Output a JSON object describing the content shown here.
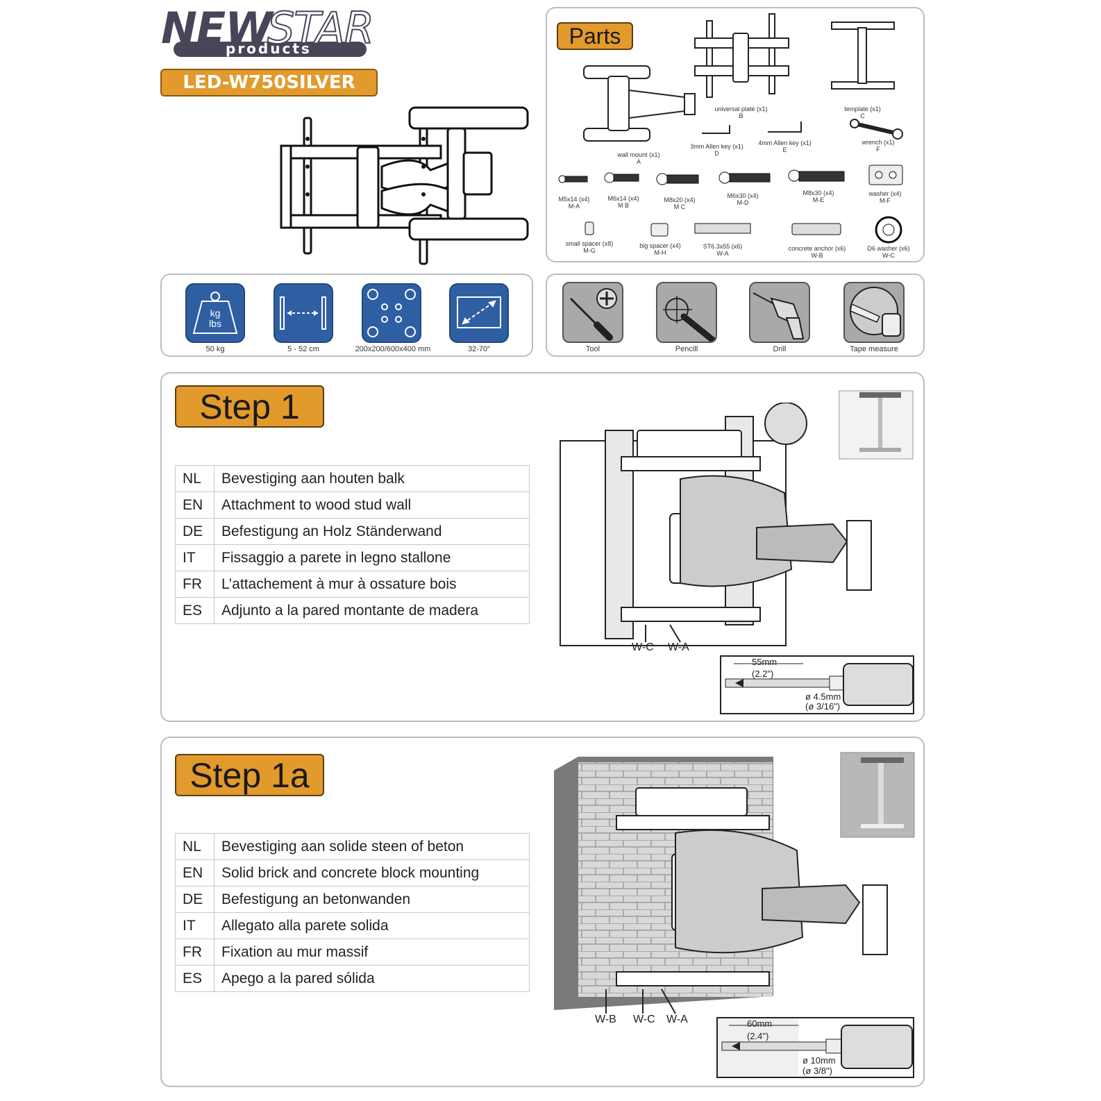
{
  "brand": {
    "word1": "NEW",
    "word2": "STAR",
    "sub": "products"
  },
  "model": "LED-W750SILVER",
  "parts_panel": {
    "title": "Parts",
    "items": [
      {
        "label": "wall mount (x1)",
        "code": "A"
      },
      {
        "label": "universal plate (x1)",
        "code": "B"
      },
      {
        "label": "template (x1)",
        "code": "C"
      },
      {
        "label": "3mm Allen key (x1)",
        "code": "D"
      },
      {
        "label": "4mm Allen key (x1)",
        "code": "E"
      },
      {
        "label": "wrench (x1)",
        "code": "F"
      },
      {
        "label": "M5x14 (x4)",
        "code": "M-A"
      },
      {
        "label": "M6x14 (x4)",
        "code": "M B"
      },
      {
        "label": "M8x20 (x4)",
        "code": "M C"
      },
      {
        "label": "M6x30 (x4)",
        "code": "M-D"
      },
      {
        "label": "M8x30 (x4)",
        "code": "M-E"
      },
      {
        "label": "washer (x4)",
        "code": "M-F"
      },
      {
        "label": "small spacer (x8)",
        "code": "M-G"
      },
      {
        "label": "big spacer (x4)",
        "code": "M-H"
      },
      {
        "label": "ST6.3x55  (x6)",
        "code": "W-A"
      },
      {
        "label": "concrete anchor (x6)",
        "code": "W-B"
      },
      {
        "label": "D6 washer (x6)",
        "code": "W-C"
      }
    ]
  },
  "specs": {
    "weight_icon_text": "kg\nlbs",
    "weight": "50 kg",
    "distance": "5 - 52 cm",
    "vesa": "200x200/600x400 mm",
    "screen": "32-70\""
  },
  "tools": {
    "tool": "Tool",
    "pencil": "Pencill",
    "drill": "Drill",
    "tape": "Tape measure"
  },
  "step1": {
    "title": "Step 1",
    "rows": [
      {
        "code": "NL",
        "text": "Bevestiging aan houten balk"
      },
      {
        "code": "EN",
        "text": "Attachment to wood stud wall"
      },
      {
        "code": "DE",
        "text": "Befestigung an Holz Ständerwand"
      },
      {
        "code": "IT",
        "text": "Fissaggio a parete in legno stallone"
      },
      {
        "code": "FR",
        "text": "L’attachement à mur à ossature bois"
      },
      {
        "code": "ES",
        "text": "Adjunto a la pared montante de madera"
      }
    ],
    "callout_wc": "W-C",
    "callout_wa": "W-A",
    "depth_mm": "55mm",
    "depth_in": "(2.2\")",
    "dia_mm": "ø 4.5mm",
    "dia_in": "(ø 3/16\")"
  },
  "step1a": {
    "title": "Step 1a",
    "rows": [
      {
        "code": "NL",
        "text": "Bevestiging aan solide steen of beton"
      },
      {
        "code": "EN",
        "text": "Solid brick and concrete block mounting"
      },
      {
        "code": "DE",
        "text": "Befestigung an betonwanden"
      },
      {
        "code": "IT",
        "text": "Allegato alla parete solida"
      },
      {
        "code": "FR",
        "text": "Fixation au mur massif"
      },
      {
        "code": "ES",
        "text": "Apego a la pared sólida"
      }
    ],
    "callout_wb": "W-B",
    "callout_wc": "W-C",
    "callout_wa": "W-A",
    "depth_mm": "60mm",
    "depth_in": "(2.4\")",
    "dia_mm": "ø 10mm",
    "dia_in": "(ø 3/8\")"
  },
  "colors": {
    "orange": "#e29a2c",
    "blue": "#2f5fa3",
    "logo": "#4a4458"
  }
}
